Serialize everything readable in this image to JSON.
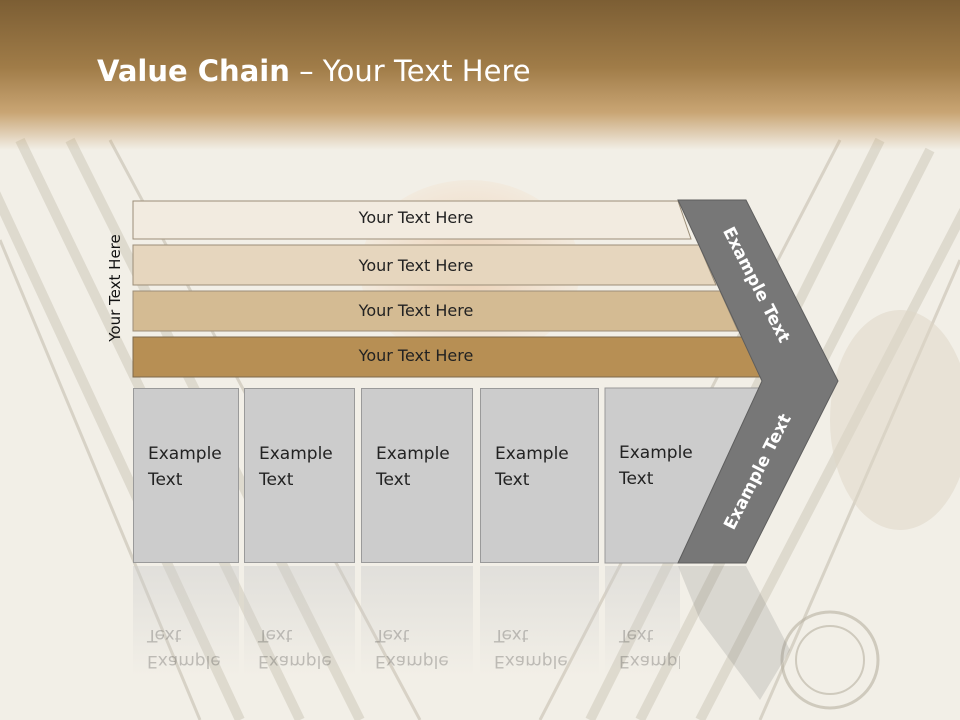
{
  "title": {
    "bold": "Value Chain",
    "rest": " – Your Text Here"
  },
  "side_label": "Your Text Here",
  "bars": [
    {
      "label": "Your Text Here",
      "color": "#f2ebe0"
    },
    {
      "label": "Your Text Here",
      "color": "#e6d6be"
    },
    {
      "label": "Your Text Here",
      "color": "#d4bb93"
    },
    {
      "label": "Your Text Here",
      "color": "#b78f54"
    }
  ],
  "boxes": [
    {
      "line1": "Example",
      "line2": "Text"
    },
    {
      "line1": "Example",
      "line2": "Text"
    },
    {
      "line1": "Example",
      "line2": "Text"
    },
    {
      "line1": "Example",
      "line2": "Text"
    },
    {
      "line1": "Example",
      "line2": "Text"
    }
  ],
  "chevron": {
    "upper": "Example Text",
    "lower": "Example Text",
    "color": "#777777"
  }
}
